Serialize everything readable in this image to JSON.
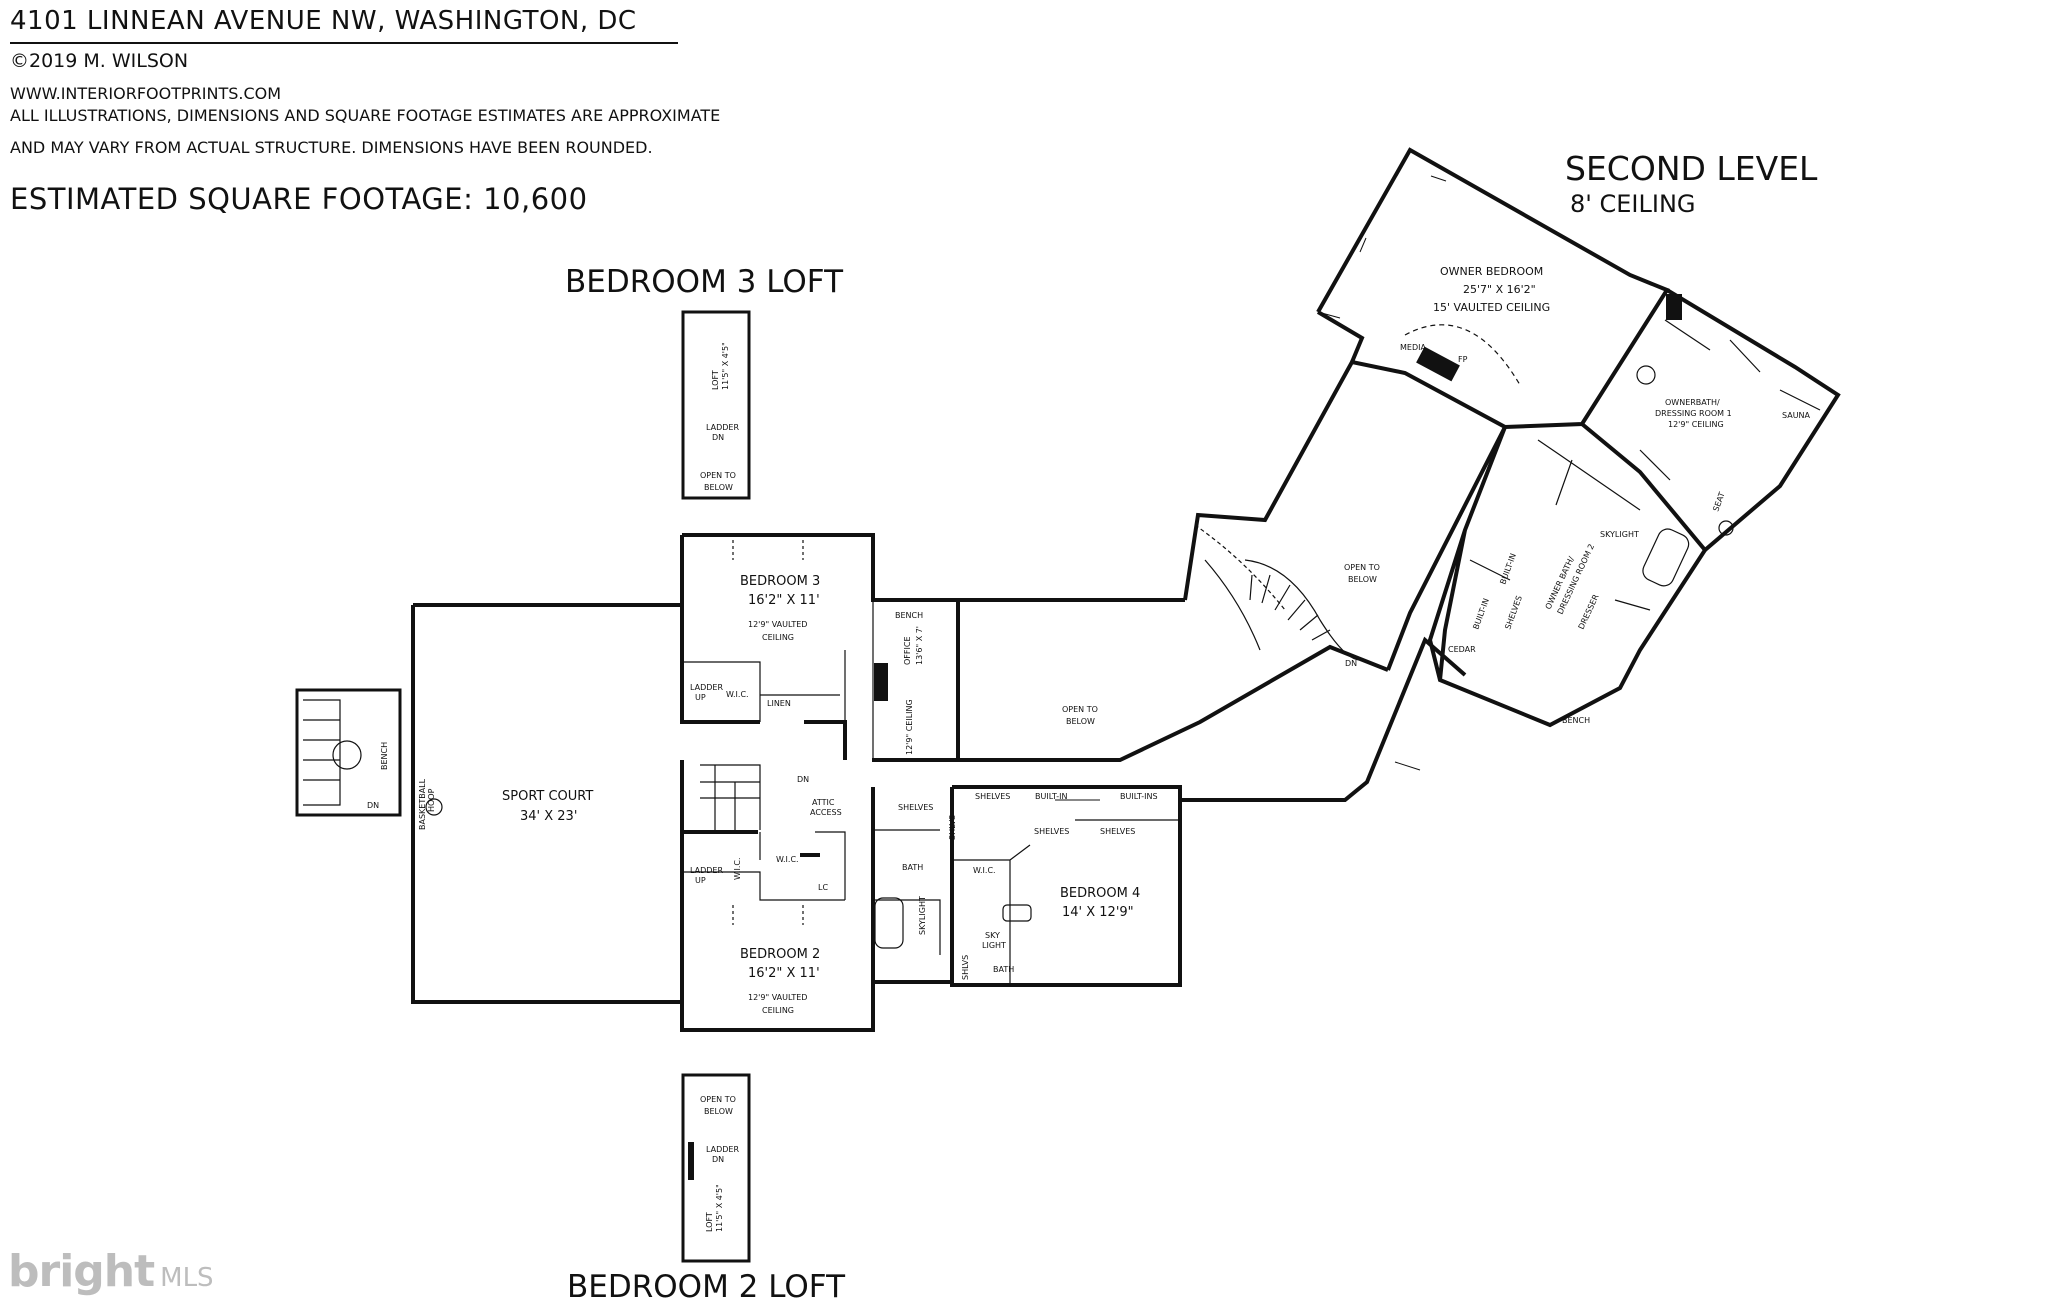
{
  "header": {
    "address": "4101 LINNEAN AVENUE NW, WASHINGTON, DC",
    "copyright": "©2019 M. WILSON",
    "website": "WWW.INTERIORFOOTPRINTS.COM",
    "disclaimer_1": "ALL ILLUSTRATIONS, DIMENSIONS AND SQUARE FOOTAGE ESTIMATES ARE APPROXIMATE",
    "disclaimer_2": "AND MAY VARY FROM ACTUAL STRUCTURE. DIMENSIONS HAVE BEEN ROUNDED.",
    "square_footage": "ESTIMATED SQUARE FOOTAGE: 10,600"
  },
  "level": {
    "title": "SECOND LEVEL",
    "ceiling": "8' CEILING"
  },
  "lofts": {
    "bedroom3_loft_title": "BEDROOM 3 LOFT",
    "bedroom2_loft_title": "BEDROOM 2 LOFT",
    "loft_label": "LOFT",
    "loft_dims": "11'5\" X 4'5\"",
    "ladder": "LADDER",
    "dn": "DN",
    "open_to": "OPEN TO",
    "below": "BELOW"
  },
  "rooms": {
    "owner_bedroom": {
      "name": "OWNER BEDROOM",
      "dims": "25'7\" X 16'2\"",
      "ceiling": "15' VAULTED CEILING"
    },
    "owner_bath1": {
      "name": "OWNERBATH/",
      "name2": "DRESSING ROOM 1",
      "ceiling": "12'9\" CEILING"
    },
    "owner_bath2": {
      "name": "OWNER BATH/",
      "name2": "DRESSING ROOM 2"
    },
    "bedroom3": {
      "name": "BEDROOM 3",
      "dims": "16'2\" X 11'",
      "ceiling1": "12'9\" VAULTED",
      "ceiling2": "CEILING"
    },
    "bedroom2": {
      "name": "BEDROOM 2",
      "dims": "16'2\" X 11'",
      "ceiling1": "12'9\" VAULTED",
      "ceiling2": "CEILING"
    },
    "bedroom4": {
      "name": "BEDROOM 4",
      "dims": "14' X 12'9\""
    },
    "sport_court": {
      "name": "SPORT COURT",
      "dims": "34' X 23'"
    },
    "office": {
      "name": "OFFICE",
      "dims": "13'6\" X 7'",
      "ceiling": "12'9\" CEILING"
    }
  },
  "labels": {
    "media": "MEDIA",
    "fp": "FP",
    "sauna": "SAUNA",
    "shelves": "SHELVES",
    "skylight": "SKYLIGHT",
    "built_in": "BUILT-IN",
    "built_ins": "BUILT-INS",
    "cedar": "CEDAR",
    "bench": "BENCH",
    "dresser": "DRESSER",
    "seat": "SEAT",
    "open_to_below_1": "OPEN TO",
    "open_to_below_2": "BELOW",
    "wic": "W.I.C.",
    "linen": "LINEN",
    "ladder_up_1": "LADDER",
    "ladder_up_2": "UP",
    "attic_1": "ATTIC",
    "attic_2": "ACCESS",
    "bath": "BATH",
    "lc": "LC",
    "sky": "SKY",
    "light": "LIGHT",
    "shlvs": "SHLVS",
    "basketball_1": "BASKETBALL",
    "basketball_2": "HOOP",
    "dn": "DN"
  },
  "watermark": {
    "brand": "bright",
    "suffix": "MLS"
  }
}
